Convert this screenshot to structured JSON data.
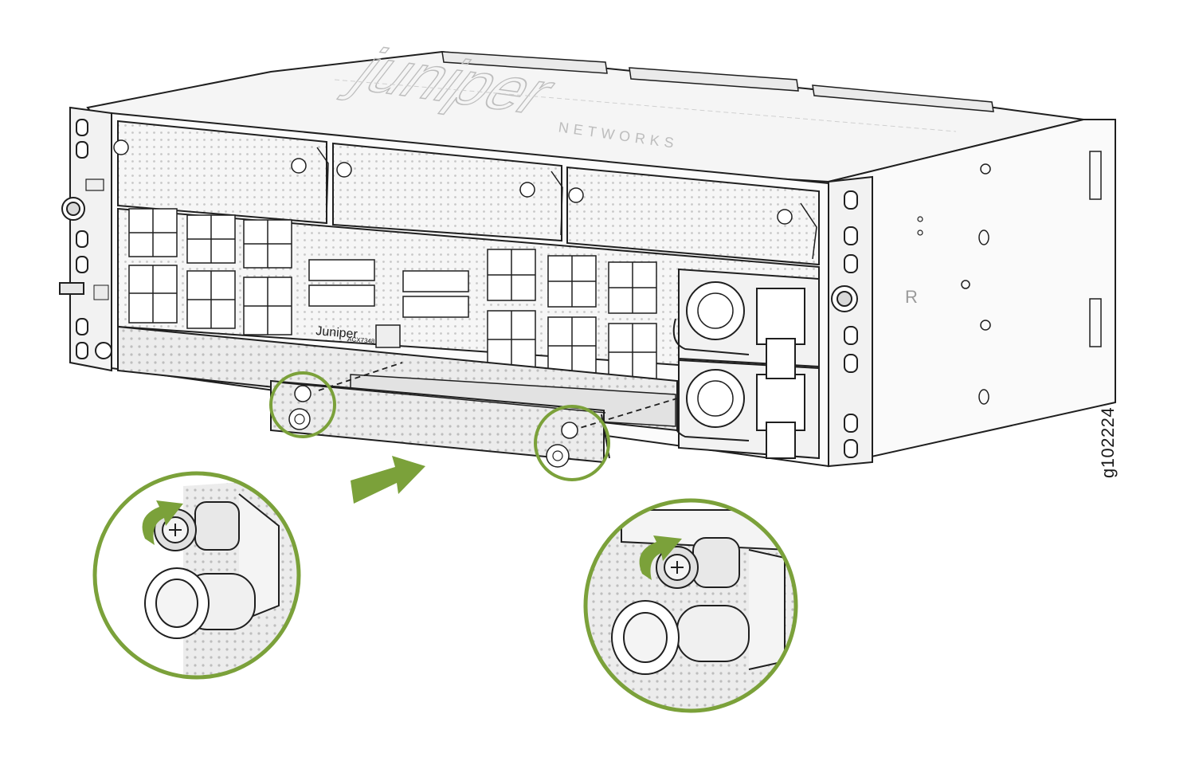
{
  "figure": {
    "id": "g102224",
    "chassis_model": "ACX7348",
    "brand_front": "Juniper",
    "brand_top": "Juniper",
    "brand_top_sub": "NETWORKS",
    "colors": {
      "accent_green": "#7ba13a",
      "line": "#1f1f1f",
      "panel_fill": "#f4f4f4",
      "slot_fill": "#e6e6e6"
    },
    "callouts": [
      {
        "name": "left-captive-screw",
        "action": "tighten-clockwise"
      },
      {
        "name": "right-captive-screw",
        "action": "tighten-clockwise"
      }
    ],
    "insert_direction": "right-arrow"
  }
}
